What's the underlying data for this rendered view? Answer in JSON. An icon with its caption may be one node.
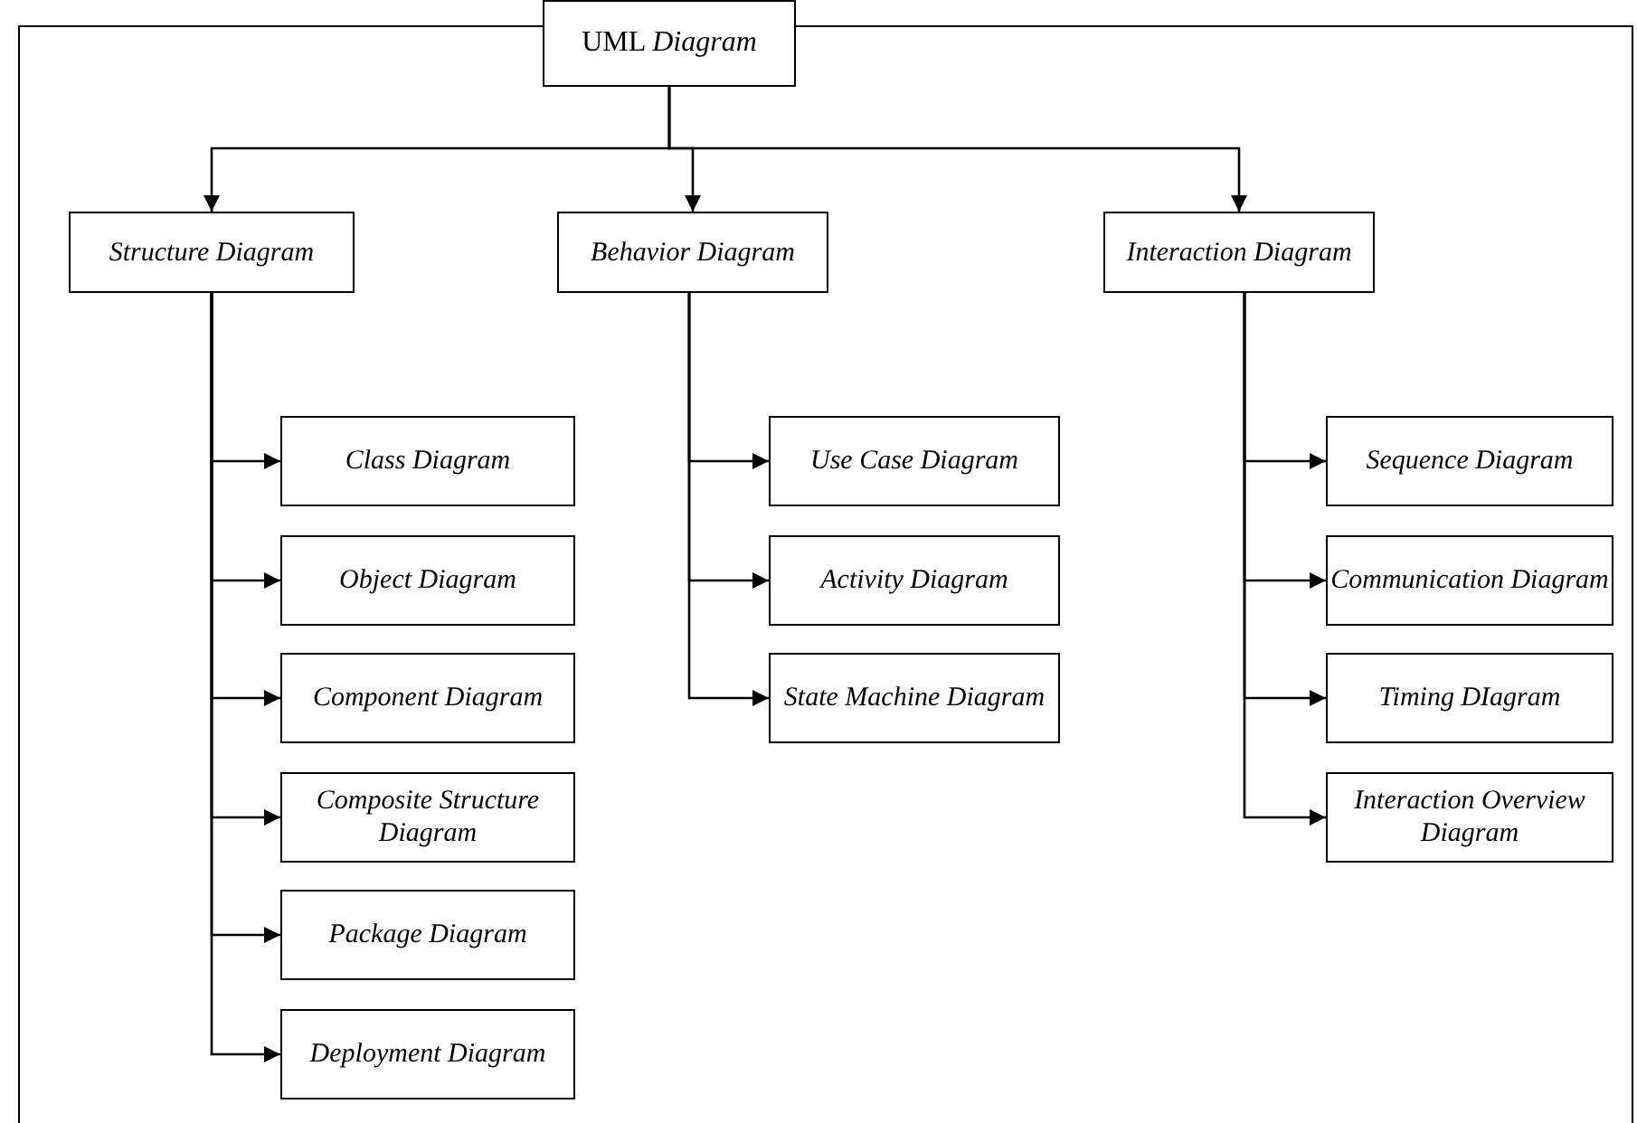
{
  "diagram": {
    "nodes": [
      {
        "text": [
          "UML *Diagram*"
        ]
      },
      {
        "text": [
          "Structure Diagram"
        ]
      },
      {
        "text": [
          "Behavior Diagram"
        ]
      },
      {
        "text": [
          "Interaction Diagram"
        ]
      },
      {
        "text": [
          "Class Diagram"
        ]
      },
      {
        "text": [
          "Object Diagram"
        ]
      },
      {
        "text": [
          "Component Diagram"
        ]
      },
      {
        "text": [
          "Composite Structure Diagram"
        ]
      },
      {
        "text": [
          "Package Diagram"
        ]
      },
      {
        "text": [
          "Deployment Diagram"
        ]
      },
      {
        "text": [
          "Use Case Diagram"
        ]
      },
      {
        "text": [
          "Activity Diagram"
        ]
      },
      {
        "text": [
          "State Machine Diagram"
        ]
      },
      {
        "text": [
          "Sequence Diagram"
        ]
      },
      {
        "text": [
          "Communication Diagram"
        ]
      },
      {
        "text": [
          "Timing DIagram"
        ]
      },
      {
        "text": [
          "Interaction Overview Diagram"
        ]
      }
    ],
    "edges": [
      {
        "from": 0,
        "to": 1,
        "arrow": "to"
      },
      {
        "from": 0,
        "to": 2,
        "arrow": "to"
      },
      {
        "from": 0,
        "to": 3,
        "arrow": "to"
      },
      {
        "from": 1,
        "to": 4,
        "arrow": "to"
      },
      {
        "from": 1,
        "to": 5,
        "arrow": "to"
      },
      {
        "from": 1,
        "to": 6,
        "arrow": "to"
      },
      {
        "from": 1,
        "to": 7,
        "arrow": "to"
      },
      {
        "from": 1,
        "to": 8,
        "arrow": "to"
      },
      {
        "from": 1,
        "to": 9,
        "arrow": "to"
      },
      {
        "from": 2,
        "to": 10,
        "arrow": "to"
      },
      {
        "from": 2,
        "to": 11,
        "arrow": "to"
      },
      {
        "from": 2,
        "to": 12,
        "arrow": "to"
      },
      {
        "from": 3,
        "to": 13,
        "arrow": "to"
      },
      {
        "from": 3,
        "to": 14,
        "arrow": "to"
      },
      {
        "from": 3,
        "to": 15,
        "arrow": "to"
      },
      {
        "from": 3,
        "to": 16,
        "arrow": "to"
      }
    ]
  }
}
